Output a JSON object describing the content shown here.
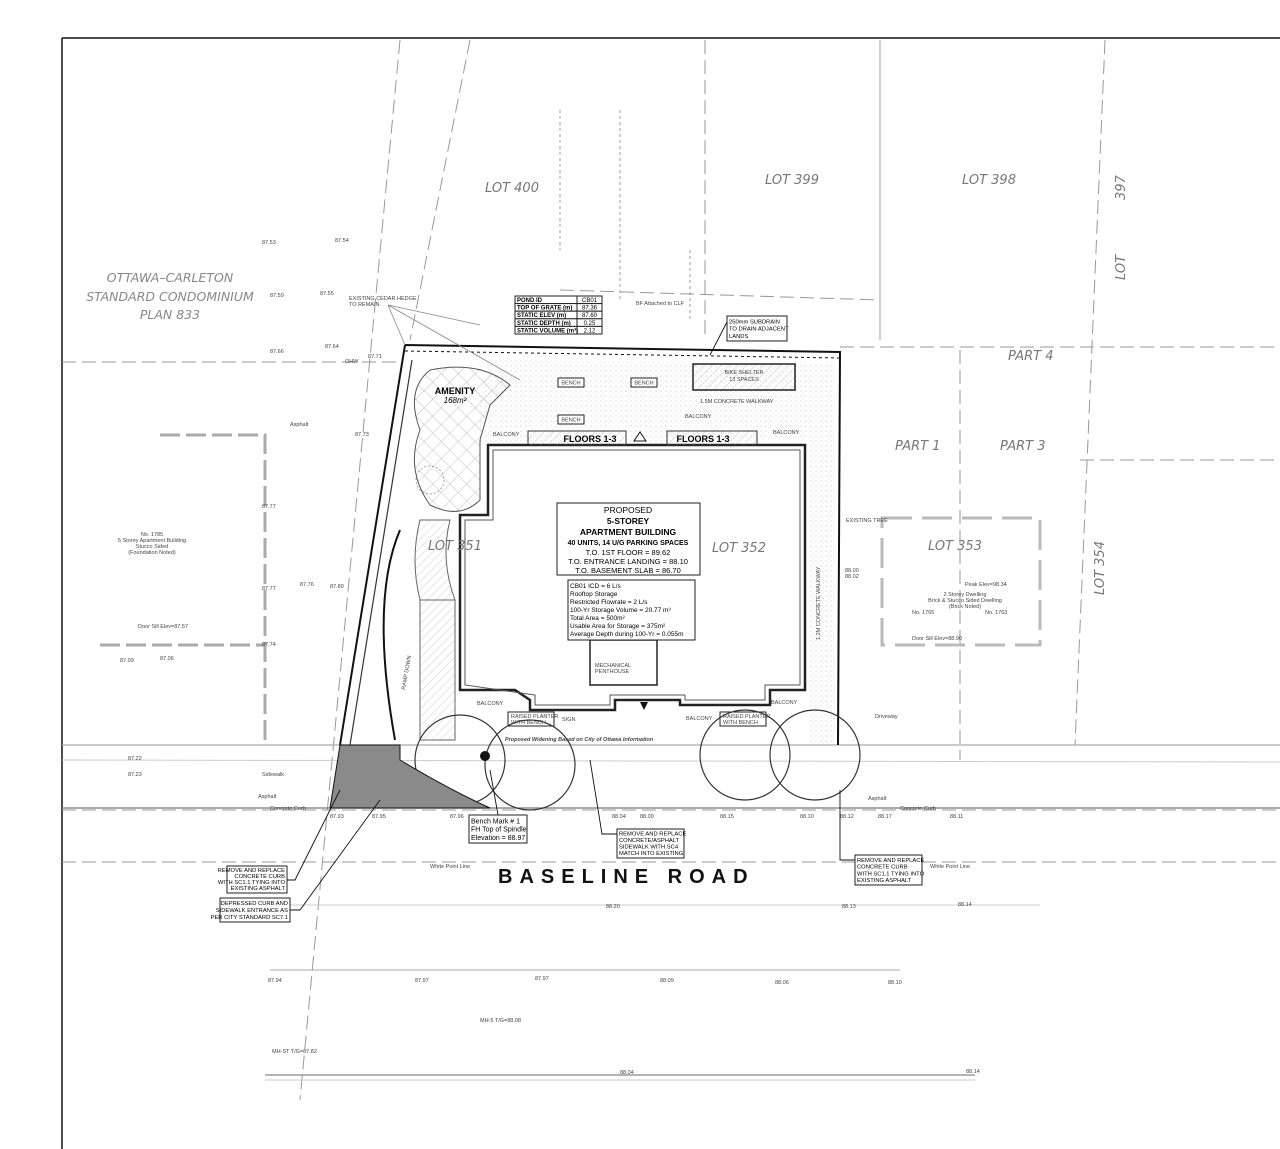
{
  "lots": {
    "lot400": "LOT      400",
    "lot399": "LOT   399",
    "lot398": "LOT   398",
    "lot397": "397",
    "lot_right": "LOT",
    "lot354": "LOT   354",
    "lot351": "LOT      351",
    "lot352": "LOT      352",
    "lot353": "LOT      353",
    "part4": "PART   4",
    "part1": "PART   1",
    "part3": "PART   3"
  },
  "condo": [
    "OTTAWA–CARLETON",
    "STANDARD CONDOMINIUM",
    "PLAN 833"
  ],
  "pond_table": [
    [
      "POND ID",
      "CB01"
    ],
    [
      "TOP OF GRATE (m)",
      "87.36"
    ],
    [
      "STATIC ELEV (m)",
      "87.60"
    ],
    [
      "STATIC DEPTH (m)",
      "0.25"
    ],
    [
      "STATIC VOLUME (m³)",
      "2.12"
    ]
  ],
  "building_box": {
    "line1": "PROPOSED",
    "line2": "5-STOREY",
    "line3": "APARTMENT BUILDING",
    "line4": "40 UNITS, 14 U/G PARKING SPACES",
    "line5": "T.O. 1ST FLOOR = 89.62",
    "line6": "T.O.  ENTRANCE LANDING = 88.10",
    "line7": "T.O. BASEMENT SLAB = 86.70"
  },
  "storage_box": [
    "CB01 ICD = 6 L/s",
    "Rooftop Storage",
    "Restricted Flowrate = 2 L/s",
    "100-Yr Storage Volume = 20.77 m³",
    "Total Area = 500m²",
    "Usable Area for Storage = 375m²",
    "Average Depth during 100-Yr = 0.055m"
  ],
  "site_labels": {
    "amenity": "AMENITY",
    "amenity_area": "168m²",
    "floors_left": "FLOORS 1-3",
    "floors_right": "FLOORS 1-3",
    "bike_shelter": "BIKE SHELTER",
    "bike_spaces": "13 SPACES",
    "walkway_north": "1.5M CONCRETE WALKWAY",
    "walkway_east": "1.2M CONCRETE WALKWAY",
    "balcony": "BALCONY",
    "bench": "BENCH",
    "mech1": "MECHANICAL",
    "mech2": "PENTHOUSE",
    "planter1": "RAISED PLANTER",
    "planter2": "WITH BENCH",
    "sign": "SIGN",
    "widening": "Proposed Widening   Based on City of Ottawa Information",
    "existing_tree": "EXISTING TREE",
    "cedar1": "EXISTING CEDAR HEDGE",
    "cedar2": "TO REMAIN",
    "bf": "BF Attached to CLF",
    "ramp": "RAMP DOWN",
    "asphalt": "Asphalt",
    "sidewalk": "Sidewalk",
    "concrete_curb": "Concrete Curb",
    "white_point_line": "White Point Line",
    "driveway": "Driveway",
    "no1785_1": "No. 1785",
    "no1785_2": "5 Storey Apartment Building",
    "no1785_3": "Stucco Sided",
    "no1785_4": "(Foundation Noted)",
    "door_sill_left": "Door Sill Elev=87.57",
    "dwelling1": "2 Storey Dwelling",
    "dwelling2": "Brick & Stucco Sided Dwelling",
    "dwelling3": "(Brick Noted)",
    "no1765": "No. 1765",
    "no1763": "No. 1763",
    "peak": "Peak Elev=98.34",
    "door_sill_right": "Door Sill Elev=88.90",
    "ohw": "OHW",
    "mh": "MH-ST T/G=87.82",
    "mh5": "MH-5 T/G=88.08"
  },
  "callouts": {
    "subdrain": [
      "250mm SUBDRAIN",
      "TO DRAIN ADJACENT",
      "LANDS"
    ],
    "benchmark": [
      "Bench Mark # 1",
      "FH Top of Spindle",
      "Elevation = 88.97"
    ],
    "sidewalk": [
      "REMOVE AND REPLACE",
      "CONCRETE/ASPHALT",
      "SIDEWALK WITH SC4",
      "MATCH INTO EXISTING"
    ],
    "curb_right": [
      "REMOVE AND REPLACE",
      "CONCRETE CURB",
      "WITH SC1.1 TYING INTO",
      "EXISTING ASPHALT"
    ],
    "curb_left": [
      "REMOVE AND REPLACE",
      "CONCRETE CURB",
      "WITH SC1.1 TYING INTO",
      "EXISTING ASPHALT"
    ],
    "depressed": [
      "DEPRESSED CURB AND",
      "SIDEWALK ENTRANCE AS",
      "PER CITY STANDARD SC7.1"
    ]
  },
  "road_name": "BASELINE ROAD",
  "spot_elevations": [
    "87.53",
    "87.54",
    "87.59",
    "87.55",
    "87.66",
    "87.64",
    "87.71",
    "87.73",
    "87.77",
    "87.76",
    "87.74",
    "87.09",
    "87.06",
    "87.22",
    "87.23",
    "87.93",
    "87.97",
    "87.96",
    "87.80",
    "87.77",
    "88.04",
    "88.00",
    "88.02",
    "88.12",
    "88.15",
    "88.10",
    "88.17",
    "88.09",
    "88.06",
    "88.11",
    "88.14",
    "88.20",
    "88.13",
    "87.95",
    "87.94",
    "88.00",
    "88.10"
  ],
  "colors": {
    "line": "#111111",
    "ramp_fill": "#8a8a8a",
    "hatch": "#999999"
  }
}
